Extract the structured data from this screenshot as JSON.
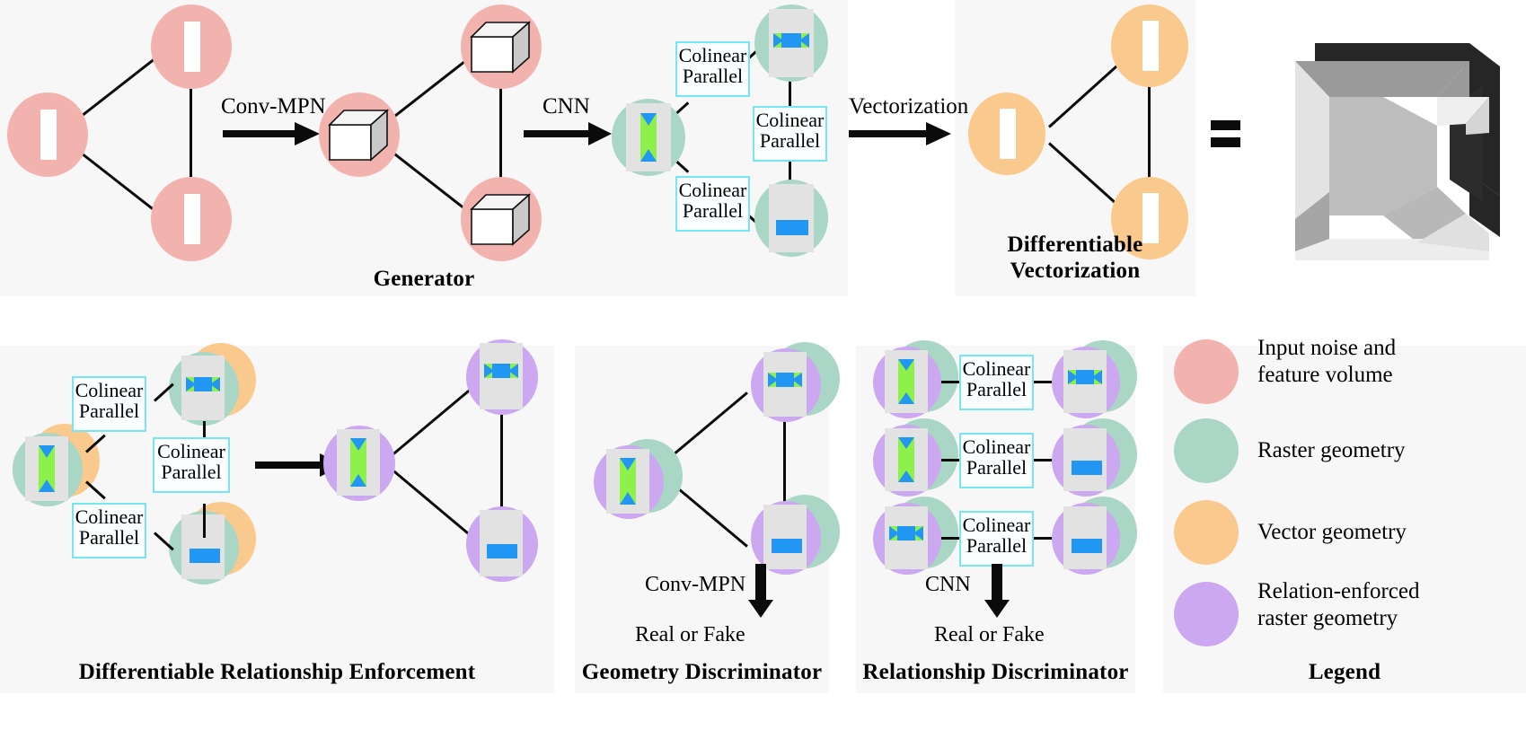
{
  "figure": {
    "type": "architecture-diagram",
    "title_visible": false
  },
  "panels": [
    {
      "id": "generator",
      "title": "Generator"
    },
    {
      "id": "diff_vec",
      "title": "Differentiable\nVectorization",
      "title_line1": "Differentiable",
      "title_line2": "Vectorization"
    },
    {
      "id": "dre",
      "title": "Differentiable Relationship Enforcement"
    },
    {
      "id": "geom_disc",
      "title": "Geometry Discriminator"
    },
    {
      "id": "rel_disc",
      "title": "Relationship Discriminator"
    },
    {
      "id": "legend",
      "title": "Legend"
    }
  ],
  "operations": {
    "conv_mpn": "Conv-MPN",
    "cnn": "CNN",
    "vectorization": "Vectorization",
    "conv_mpn_disc": "Conv-MPN",
    "cnn_disc": "CNN",
    "real_or_fake_geom": "Real or Fake",
    "real_or_fake_rel": "Real or Fake"
  },
  "relation_label": {
    "line1": "Colinear",
    "line2": "Parallel"
  },
  "relation_boxes": {
    "generator_cnn": [
      {
        "line1": "Colinear",
        "line2": "Parallel"
      },
      {
        "line1": "Colinear",
        "line2": "Parallel"
      },
      {
        "line1": "Colinear",
        "line2": "Parallel"
      }
    ],
    "dre": [
      {
        "line1": "Colinear",
        "line2": "Parallel"
      },
      {
        "line1": "Colinear",
        "line2": "Parallel"
      },
      {
        "line1": "Colinear",
        "line2": "Parallel"
      }
    ],
    "relationship_discriminator": [
      {
        "line1": "Colinear",
        "line2": "Parallel"
      },
      {
        "line1": "Colinear",
        "line2": "Parallel"
      },
      {
        "line1": "Colinear",
        "line2": "Parallel"
      }
    ]
  },
  "equals_sign": "=",
  "legend": {
    "title": "Legend",
    "items": [
      {
        "color": "#f2b3ae",
        "label_line1": "Input noise and",
        "label_line2": "feature volume",
        "name": "input-noise-and-feature-volume"
      },
      {
        "color": "#a9d6c5",
        "label_line1": "Raster geometry",
        "label_line2": "",
        "name": "raster-geometry"
      },
      {
        "color": "#fac98e",
        "label_line1": "Vector geometry",
        "label_line2": "",
        "name": "vector-geometry"
      },
      {
        "color": "#cba8ef",
        "label_line1": "Relation-enforced",
        "label_line2": "raster geometry",
        "name": "relation-enforced-raster-geometry"
      }
    ]
  },
  "colors": {
    "input_noise": "#f2b3ae",
    "raster_geometry": "#a9d6c5",
    "vector_geometry": "#fac98e",
    "relation_enforced": "#cba8ef",
    "relation_box_border": "#76e6f5",
    "panel_background": "#f7f7f7",
    "canvas_grey": "#e2e2e2",
    "glyph_green": "#8ef04a",
    "glyph_blue": "#2196f3",
    "edge": "#0b0b0b",
    "cube_front": "#ffffff",
    "cube_side": "#c9c9c9",
    "cube_top": "#f2f2f2"
  },
  "icons": {
    "cube": "cube-icon",
    "hourglass_vertical": "hourglass-vertical-icon",
    "bowtie_horizontal": "bowtie-horizontal-icon",
    "blue_bar": "blue-bar-icon",
    "white_bar": "white-bar-icon",
    "arrow_right": "arrow-right-icon",
    "arrow_down": "arrow-down-icon",
    "equals": "equals-icon",
    "mesh_3d": "3d-mesh-icon"
  }
}
